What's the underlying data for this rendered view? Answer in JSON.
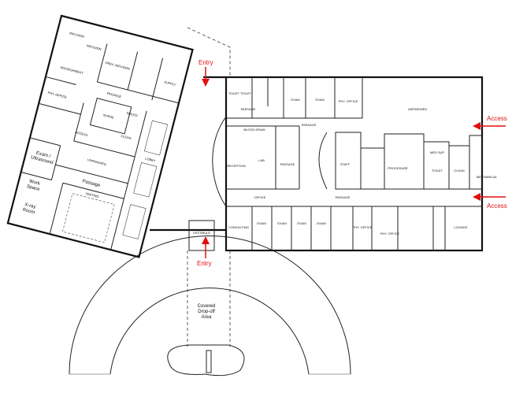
{
  "annotations": {
    "entry_top": "Entry",
    "entry_bottom": "Entry",
    "access_top": "Access",
    "access_bottom": "Access",
    "accent_color": "#e01010"
  },
  "dropoff": {
    "line1": "Covered",
    "line2": "Drop-off",
    "line3": "Area"
  },
  "west_wing": {
    "rooms": [
      "INFUSION",
      "INFUSION",
      "PREV. INFUSION",
      "NOURISHMENT",
      "PHY. OFFICE",
      "PASSAGE",
      "NURSE",
      "ACCESS",
      "UNFINISHED",
      "LOBBY",
      "SUPPLY",
      "SOILED",
      "CLEAN",
      "WAITING"
    ],
    "exam": "Exam /",
    "exam2": "Ultrasound",
    "work": "Work",
    "work2": "Space",
    "xray": "X-ray",
    "xray2": "Room",
    "passage": "Passage"
  },
  "east_wing": {
    "rooms": [
      "TOILET",
      "TOILET",
      "PASSAGE",
      "EXAM",
      "EXAM",
      "PHY. OFFICE",
      "UNFINISHED",
      "PASSAGE",
      "BLOOD DRAW",
      "RECEPTION",
      "LAB",
      "STAFF",
      "PASSAGE",
      "PROCEDURE",
      "MED SUP",
      "TOILET",
      "CLEAN",
      "MECHANICAL",
      "PASSAGE",
      "OFFICE",
      "CONSULTING",
      "EXAM",
      "EXAM",
      "EXAM",
      "EXAM",
      "PHY. OFFICE",
      "PHY. OFFICE",
      "LOUNGE",
      "VESTIBULE"
    ]
  }
}
